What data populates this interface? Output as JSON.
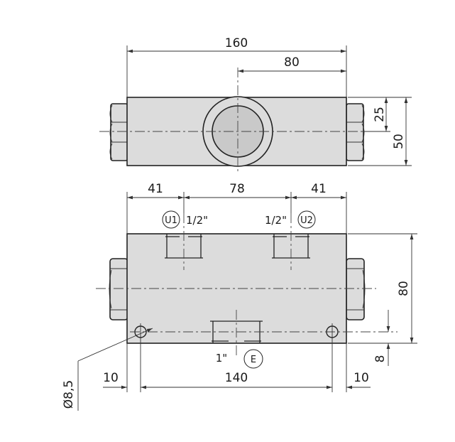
{
  "dimensions": {
    "top_width": "160",
    "top_half": "80",
    "top_port_offset": "25",
    "top_height": "50",
    "port_left": "41",
    "port_spacing": "78",
    "port_right": "41",
    "front_height": "80",
    "hole_offset": "8",
    "hole_margin_left": "10",
    "hole_spacing": "140",
    "hole_margin_right": "10",
    "hole_diameter": "Ø8,5"
  },
  "ports": {
    "u1_label": "U1",
    "u1_size": "1/2\"",
    "u2_label": "U2",
    "u2_size": "1/2\"",
    "e_label": "E",
    "e_size": "1\""
  }
}
